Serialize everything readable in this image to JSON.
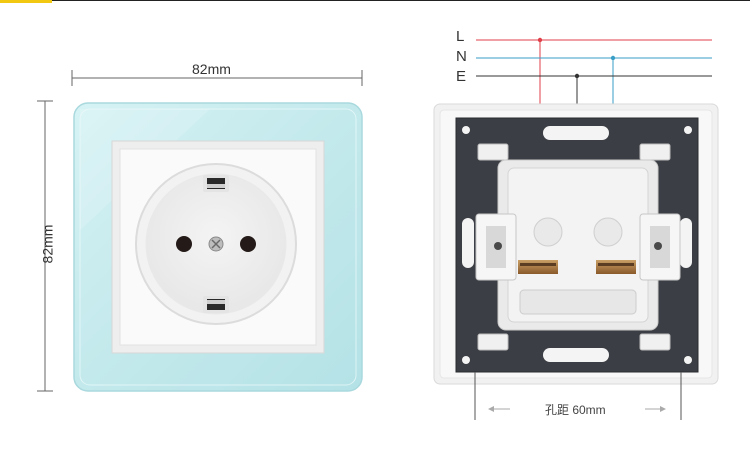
{
  "dimensions": {
    "width_label": "82mm",
    "height_label": "82mm"
  },
  "wiring": {
    "labels": [
      "L",
      "N",
      "E"
    ],
    "colors": {
      "L": "#e0404a",
      "N": "#3a9ec7",
      "E": "#333333"
    }
  },
  "mounting": {
    "hole_spacing_label": "孔距 60mm"
  },
  "product": {
    "frame_color": "#c9ecef",
    "socket_color": "#f7f7f7",
    "type": "Schuko wall socket"
  }
}
